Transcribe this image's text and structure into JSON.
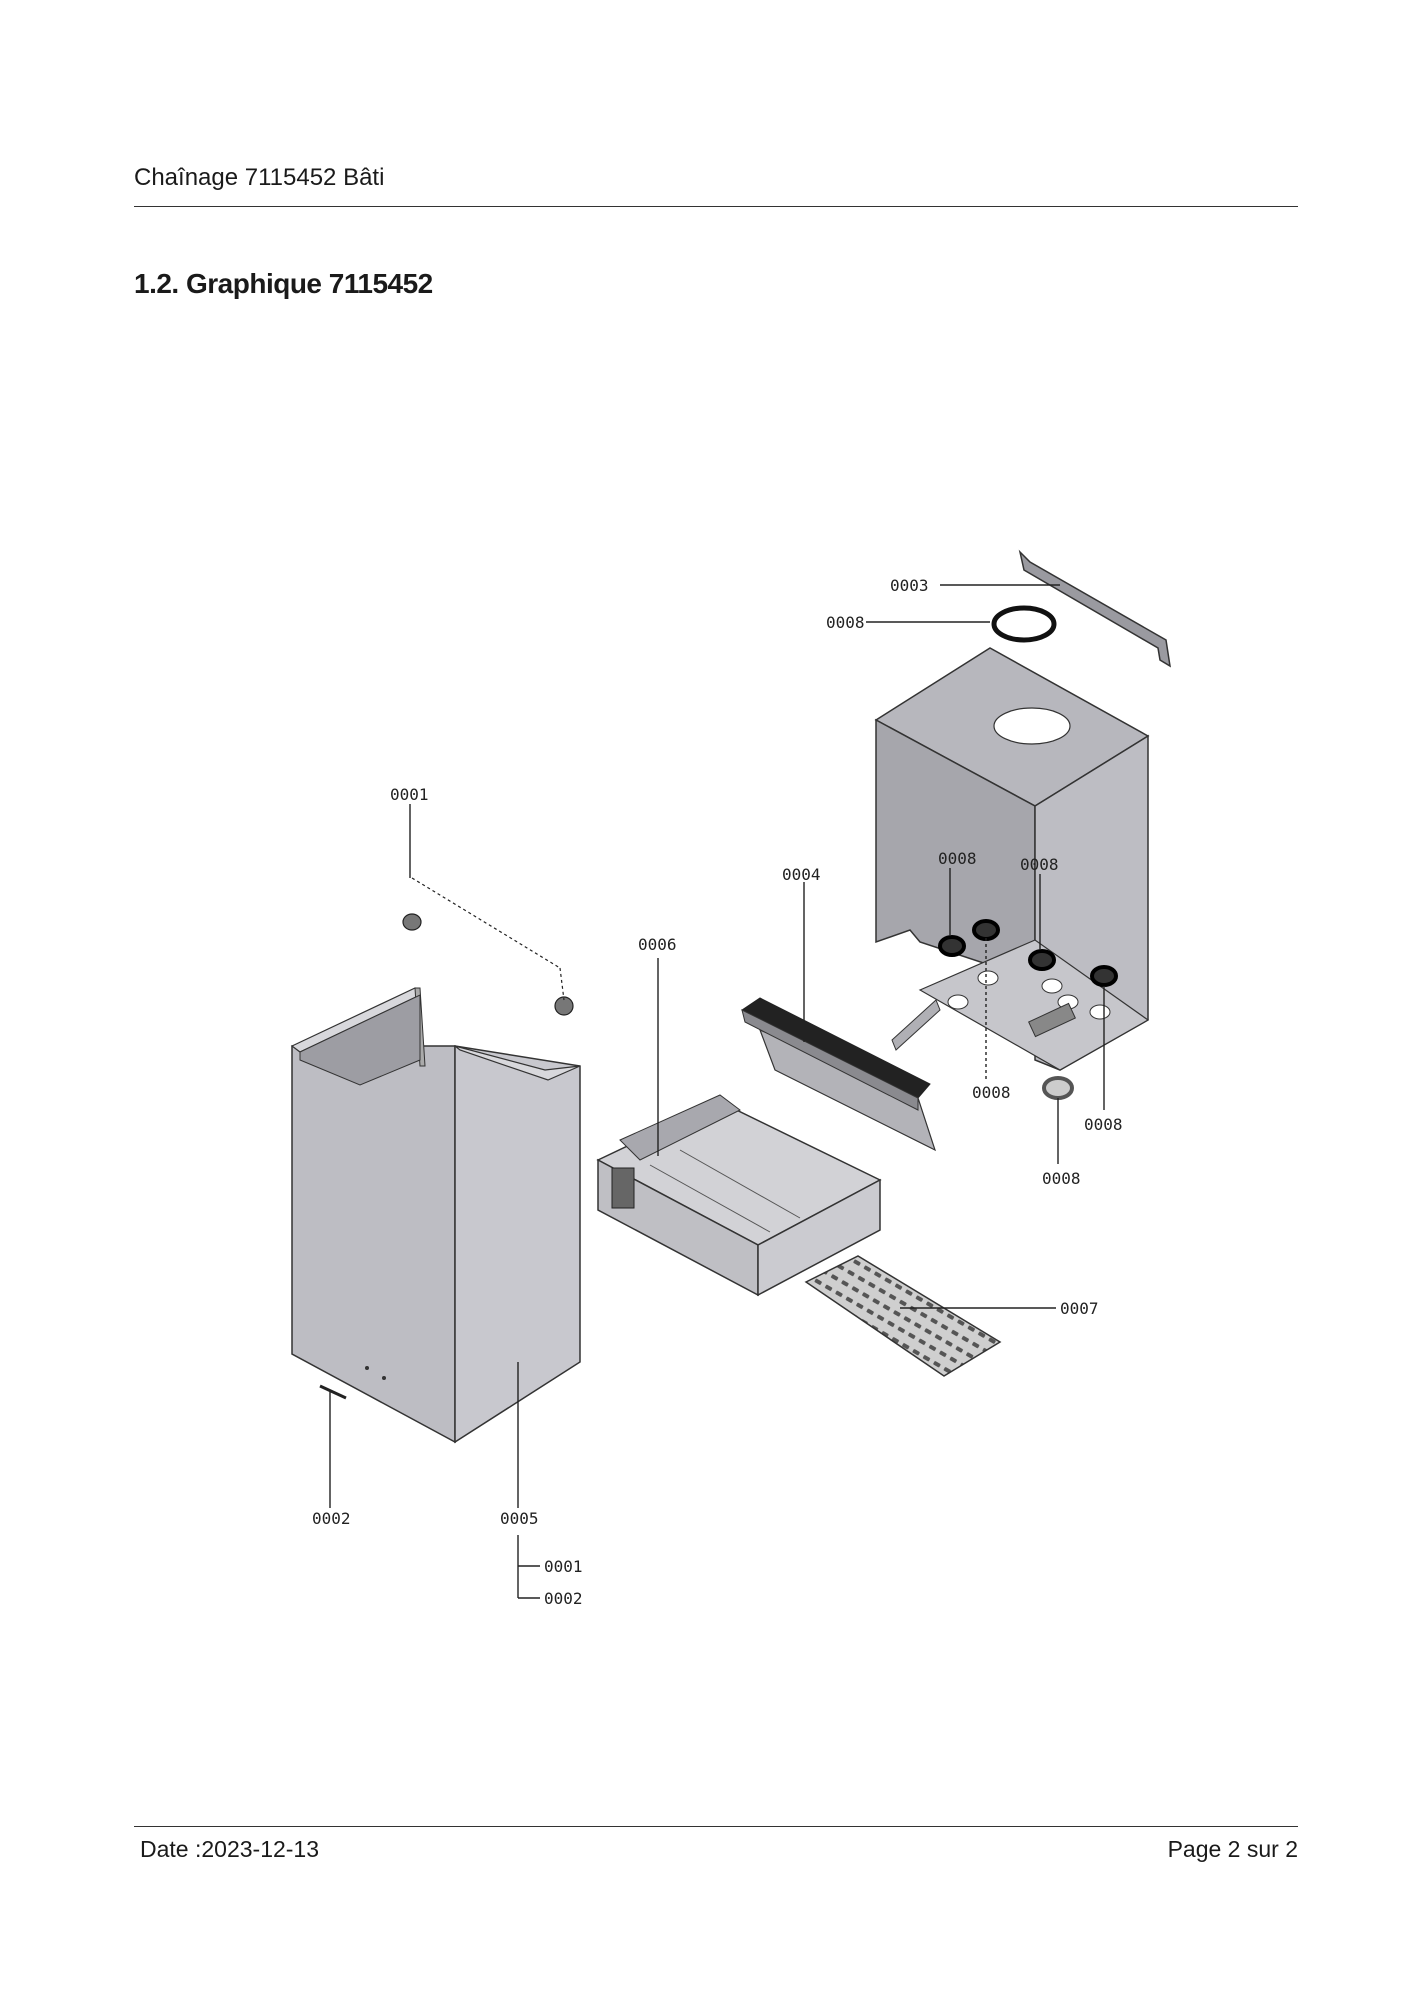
{
  "header": {
    "title": "Chaînage 7115452 Bâti"
  },
  "section": {
    "heading": "1.2. Graphique 7115452"
  },
  "diagram": {
    "callouts": {
      "c0001": "0001",
      "c0002": "0002",
      "c0003": "0003",
      "c0004": "0004",
      "c0005": "0005",
      "c0006": "0006",
      "c0007": "0007",
      "c0008": "0008"
    }
  },
  "footer": {
    "date": "Date :2023-12-13",
    "page_label": "Page 2 sur",
    "page_total": "2"
  }
}
